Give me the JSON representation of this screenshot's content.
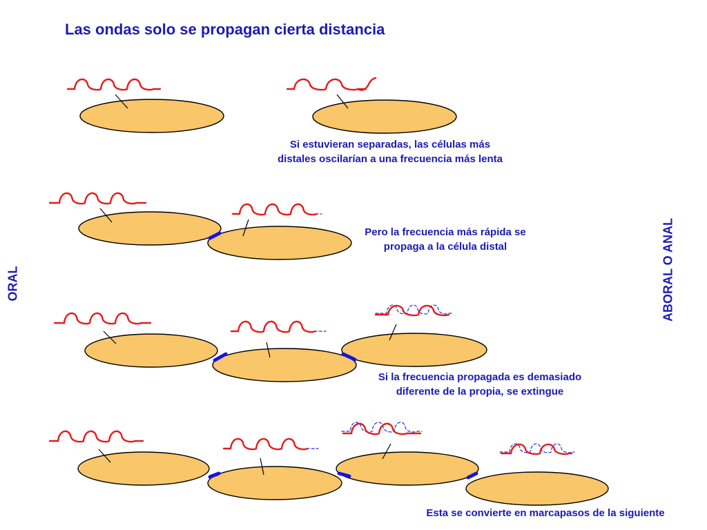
{
  "title": "Las ondas solo se propagan cierta distancia",
  "left_label": "ORAL",
  "right_label": "ABORAL O ANAL",
  "colors": {
    "title": "#1b1bb3",
    "caption": "#1b1bb3",
    "side_labels": "#1b1bb3",
    "cell_fill": "#f9c66a",
    "cell_stroke": "#000000",
    "own_wave": "#e31b1b",
    "propagated_wave": "#2a2ad6",
    "junction": "#1414e0"
  },
  "captions": [
    "Si estuvieran separadas, las células más\ndistales oscilarían a una frecuencia más lenta",
    "Pero la frecuencia más rápida se\npropaga a la célula distal",
    "Si la frecuencia propagada es demasiado\ndiferente de la propia, se extingue",
    "Esta se convierte en marcapasos de la siguiente"
  ],
  "icons": [
    "smooth-muscle-cell",
    "slow-wave",
    "gap-junction",
    "electrode"
  ]
}
